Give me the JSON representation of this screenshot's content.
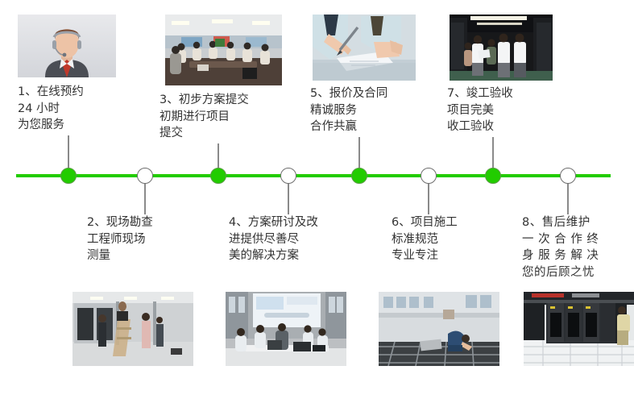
{
  "diagram": {
    "title": "服务流程 8 步时间轴",
    "axis_color": "#22CC00",
    "node_filled_color": "#22CC00",
    "node_hollow_color": "#FFFFFF",
    "stem_color": "#8A8A8A",
    "text_color": "#333333"
  },
  "steps": [
    {
      "index": "1",
      "position": "above",
      "node": "filled",
      "caption": "1、在线预约\n    24 小时\n    为您服务",
      "image_alt": "客服人员戴耳麦头像"
    },
    {
      "index": "2",
      "position": "below",
      "node": "hollow",
      "caption": "2、现场勘查\n    工程师现场\n    测量",
      "image_alt": "工程师在机房现场勘查测量"
    },
    {
      "index": "3",
      "position": "above",
      "node": "filled",
      "caption": "3、初步方案提交\n    初期进行项目\n    提交",
      "image_alt": "会议室多人开会讨论"
    },
    {
      "index": "4",
      "position": "below",
      "node": "hollow",
      "caption": "4、方案研讨及改\n    进提供尽善尽\n    美的解决方案",
      "image_alt": "投影仪前团队方案研讨"
    },
    {
      "index": "5",
      "position": "above",
      "node": "filled",
      "caption": "5、报价及合同\n    精诚服务\n    合作共赢",
      "image_alt": "双手持笔签署合同文件"
    },
    {
      "index": "6",
      "position": "below",
      "node": "hollow",
      "caption": "6、项目施工\n    标准规范\n    专业专注",
      "image_alt": "机房防静电地板施工现场"
    },
    {
      "index": "7",
      "position": "above",
      "node": "filled",
      "caption": "7、竣工验收\n    项目完美\n    收工验收",
      "image_alt": "领导在机房走廊巡查验收"
    },
    {
      "index": "8",
      "position": "below",
      "node": "hollow",
      "caption": "8、售后维护\n一 次 合 作 终\n身 服 务 解 决\n您的后顾之忧",
      "image_alt": "工程师在机柜前维护设备"
    }
  ]
}
